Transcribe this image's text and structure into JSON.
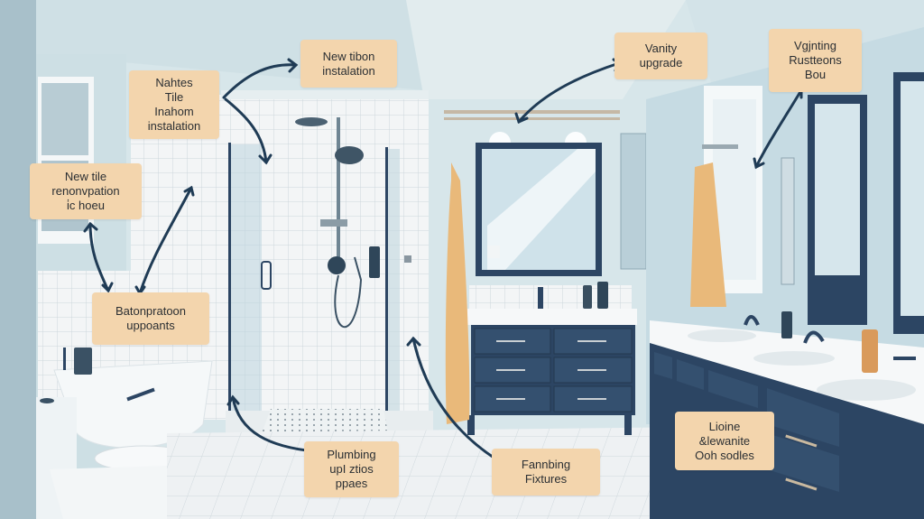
{
  "illustration": {
    "subject": "Bathroom renovation annotated illustration",
    "colors": {
      "wall": "#cfe0e6",
      "wall_dark": "#a9c3cd",
      "ceiling": "#dfeaed",
      "tile": "#f2f4f5",
      "grout": "#c8d3d8",
      "navy": "#2c4563",
      "arrow": "#1f3b55",
      "callout_bg": "#f3d5ad",
      "towel": "#e9b97a",
      "floor": "#eef1f3"
    }
  },
  "callouts": [
    {
      "id": "nahtes-tile",
      "text": "Nahtes\nTile\nInahom\ninstalation"
    },
    {
      "id": "new-tile-renovation",
      "text": "New tile\nrenonvpation\ni̇c hoeu"
    },
    {
      "id": "new-tibon",
      "text": "New tibon\ninstalation"
    },
    {
      "id": "vanity-upgrade",
      "text": "Vanity\nupgrade"
    },
    {
      "id": "vgjnting",
      "text": "Vgjnting\nRustteons\nBou"
    },
    {
      "id": "batonpratoon",
      "text": "Batonpratoon\nuppoants"
    },
    {
      "id": "plumbing",
      "text": "Plumbing\nupI ztios\nppaes"
    },
    {
      "id": "fannbing",
      "text": "Fannbing\nFixtures"
    },
    {
      "id": "lioine",
      "text": "Lioine\n&lewanite\nOoh sodles"
    }
  ]
}
